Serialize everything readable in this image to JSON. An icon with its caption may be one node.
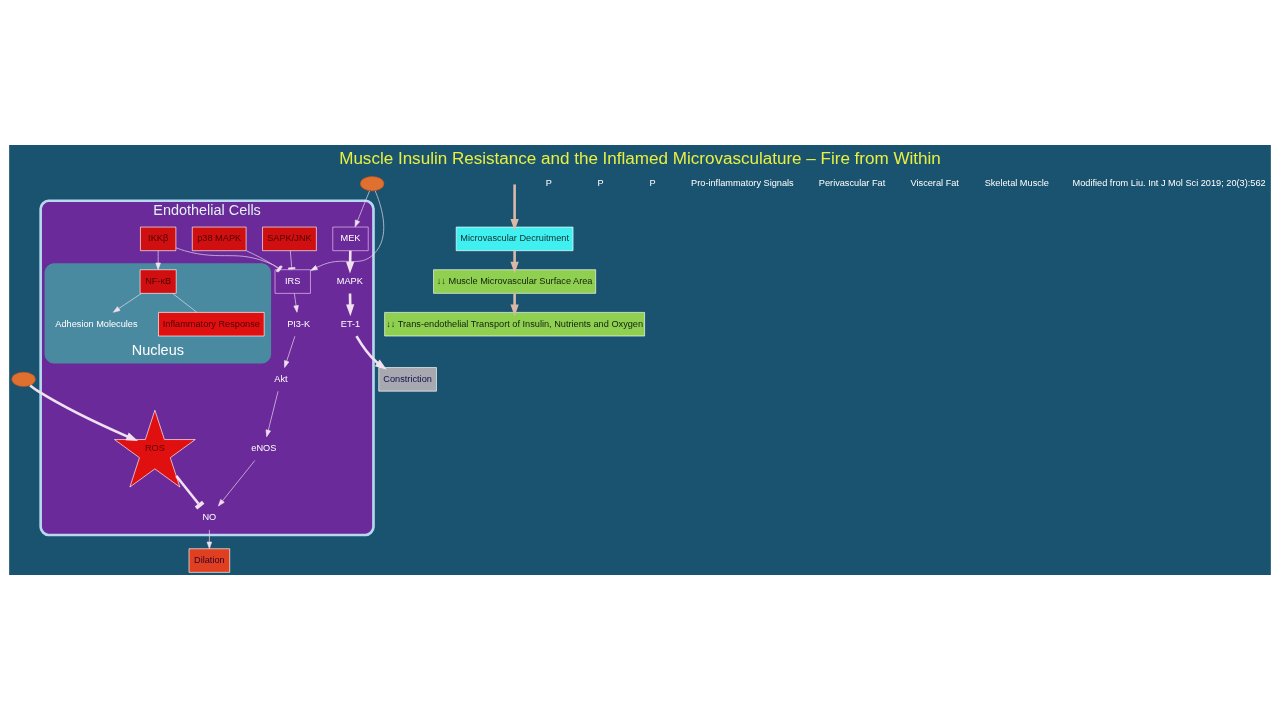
{
  "diagram": {
    "title": "Muscle Insulin Resistance and the Inflamed Microvasculature – Fire from Within",
    "nodes": [
      {
        "text": [
          "Endothelial Cells"
        ]
      },
      {
        "text": [],
        "shape": "ellipse"
      },
      {
        "text": [
          "MEK"
        ],
        "in": 0
      },
      {
        "text": [
          "IRS"
        ],
        "in": 0
      },
      {
        "text": [
          "MAPK"
        ],
        "in": 0
      },
      {
        "text": [
          "ET-1"
        ],
        "in": 0
      },
      {
        "text": [
          "PI3-K"
        ],
        "in": 0
      },
      {
        "text": [
          "Akt"
        ],
        "in": 0
      },
      {
        "text": [
          "eNOS"
        ],
        "in": 0
      },
      {
        "text": [
          "NO"
        ],
        "in": 0
      },
      {
        "text": [
          "SAPK/JNK"
        ],
        "in": 0
      },
      {
        "text": [
          "p38 MAPK"
        ],
        "in": 0
      },
      {
        "text": [
          "IKKβ"
        ],
        "in": 0
      },
      {
        "text": [
          "Nucleus"
        ],
        "in": 0
      },
      {
        "text": [
          "NF-κB"
        ],
        "in": 13
      },
      {
        "text": [
          "Adhesion Molecules"
        ],
        "in": 13
      },
      {
        "text": [
          "Inflammatory Response"
        ],
        "in": 13
      },
      {
        "text": [
          "ROS"
        ],
        "in": 0
      },
      {
        "text": [],
        "shape": "ellipse"
      },
      {
        "text": [
          "Constriction"
        ]
      },
      {
        "text": [
          "Dilation"
        ]
      },
      {
        "text": [
          "Microvascular Decruitment"
        ]
      },
      {
        "text": [
          "↓↓ Muscle Microvascular Surface Area"
        ]
      },
      {
        "text": [
          "↓↓ Trans-endothelial Transport of Insulin, Nutrients and Oxygen"
        ]
      }
    ],
    "edges": [
      {
        "from": 1,
        "to": 2,
        "arrow": "to"
      },
      {
        "from": 1,
        "to": 3,
        "arrow": "to"
      },
      {
        "from": 2,
        "to": 4,
        "arrow": "to",
        "style": "thick"
      },
      {
        "from": 4,
        "to": 5,
        "arrow": "to",
        "style": "thick"
      },
      {
        "from": 3,
        "to": 6,
        "arrow": "to"
      },
      {
        "from": 6,
        "to": 7,
        "arrow": "to"
      },
      {
        "from": 7,
        "to": 8,
        "arrow": "to"
      },
      {
        "from": 8,
        "to": 9,
        "arrow": "to"
      },
      {
        "from": 5,
        "to": 19,
        "arrow": "to",
        "style": "thick"
      },
      {
        "from": 9,
        "to": 20,
        "arrow": "to"
      },
      {
        "from": 10,
        "to": 3,
        "arrow": "other"
      },
      {
        "from": 11,
        "to": 3,
        "arrow": "other"
      },
      {
        "from": 12,
        "to": 3,
        "arrow": "other"
      },
      {
        "from": 12,
        "to": 14,
        "arrow": "to"
      },
      {
        "from": 14,
        "to": 15,
        "arrow": "to"
      },
      {
        "from": 14,
        "to": 16,
        "arrow": "none"
      },
      {
        "from": 17,
        "to": 9,
        "arrow": "other",
        "style": "thick"
      },
      {
        "from": 18,
        "to": 17,
        "arrow": "to",
        "style": "thick"
      },
      {
        "from": null,
        "to": 21,
        "arrow": "to",
        "style": "thick",
        "color": "#d9b8a8"
      },
      {
        "from": 21,
        "to": 22,
        "arrow": "to",
        "style": "thick",
        "color": "#d9b8a8"
      },
      {
        "from": 22,
        "to": 23,
        "arrow": "to",
        "style": "thick",
        "color": "#d9b8a8"
      }
    ],
    "labels": [
      "P",
      "P",
      "P",
      "Pro-inflammatory Signals",
      "Perivascular Fat",
      "Visceral Fat",
      "Skeletal Muscle",
      "Modified from Liu. Int J Mol Sci 2019; 20(3):562"
    ]
  }
}
